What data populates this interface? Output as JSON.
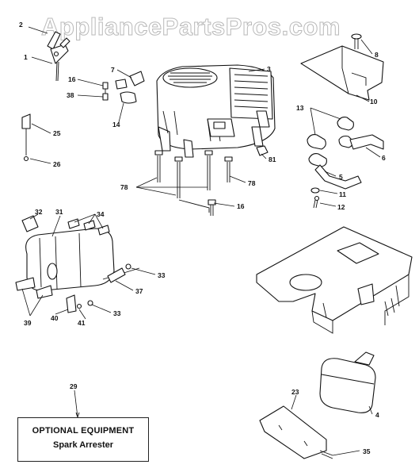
{
  "watermark": "AppliancePartsPros.com",
  "optional_box": {
    "title": "OPTIONAL EQUIPMENT",
    "subtitle": "Spark Arrester",
    "callout": "29"
  },
  "callouts": {
    "c1": "1",
    "c2": "2",
    "c3": "3",
    "c4": "4",
    "c5": "5",
    "c6": "6",
    "c7": "7",
    "c8": "8",
    "c10": "10",
    "c11": "11",
    "c12": "12",
    "c13": "13",
    "c14": "14",
    "c16a": "16",
    "c16b": "16",
    "c23": "23",
    "c25": "25",
    "c26": "26",
    "c31": "31",
    "c32": "32",
    "c33a": "33",
    "c33b": "33",
    "c34": "34",
    "c35": "35",
    "c37": "37",
    "c38": "38",
    "c39": "39",
    "c40": "40",
    "c41": "41",
    "c78a": "78",
    "c78b": "78",
    "c81": "81"
  }
}
